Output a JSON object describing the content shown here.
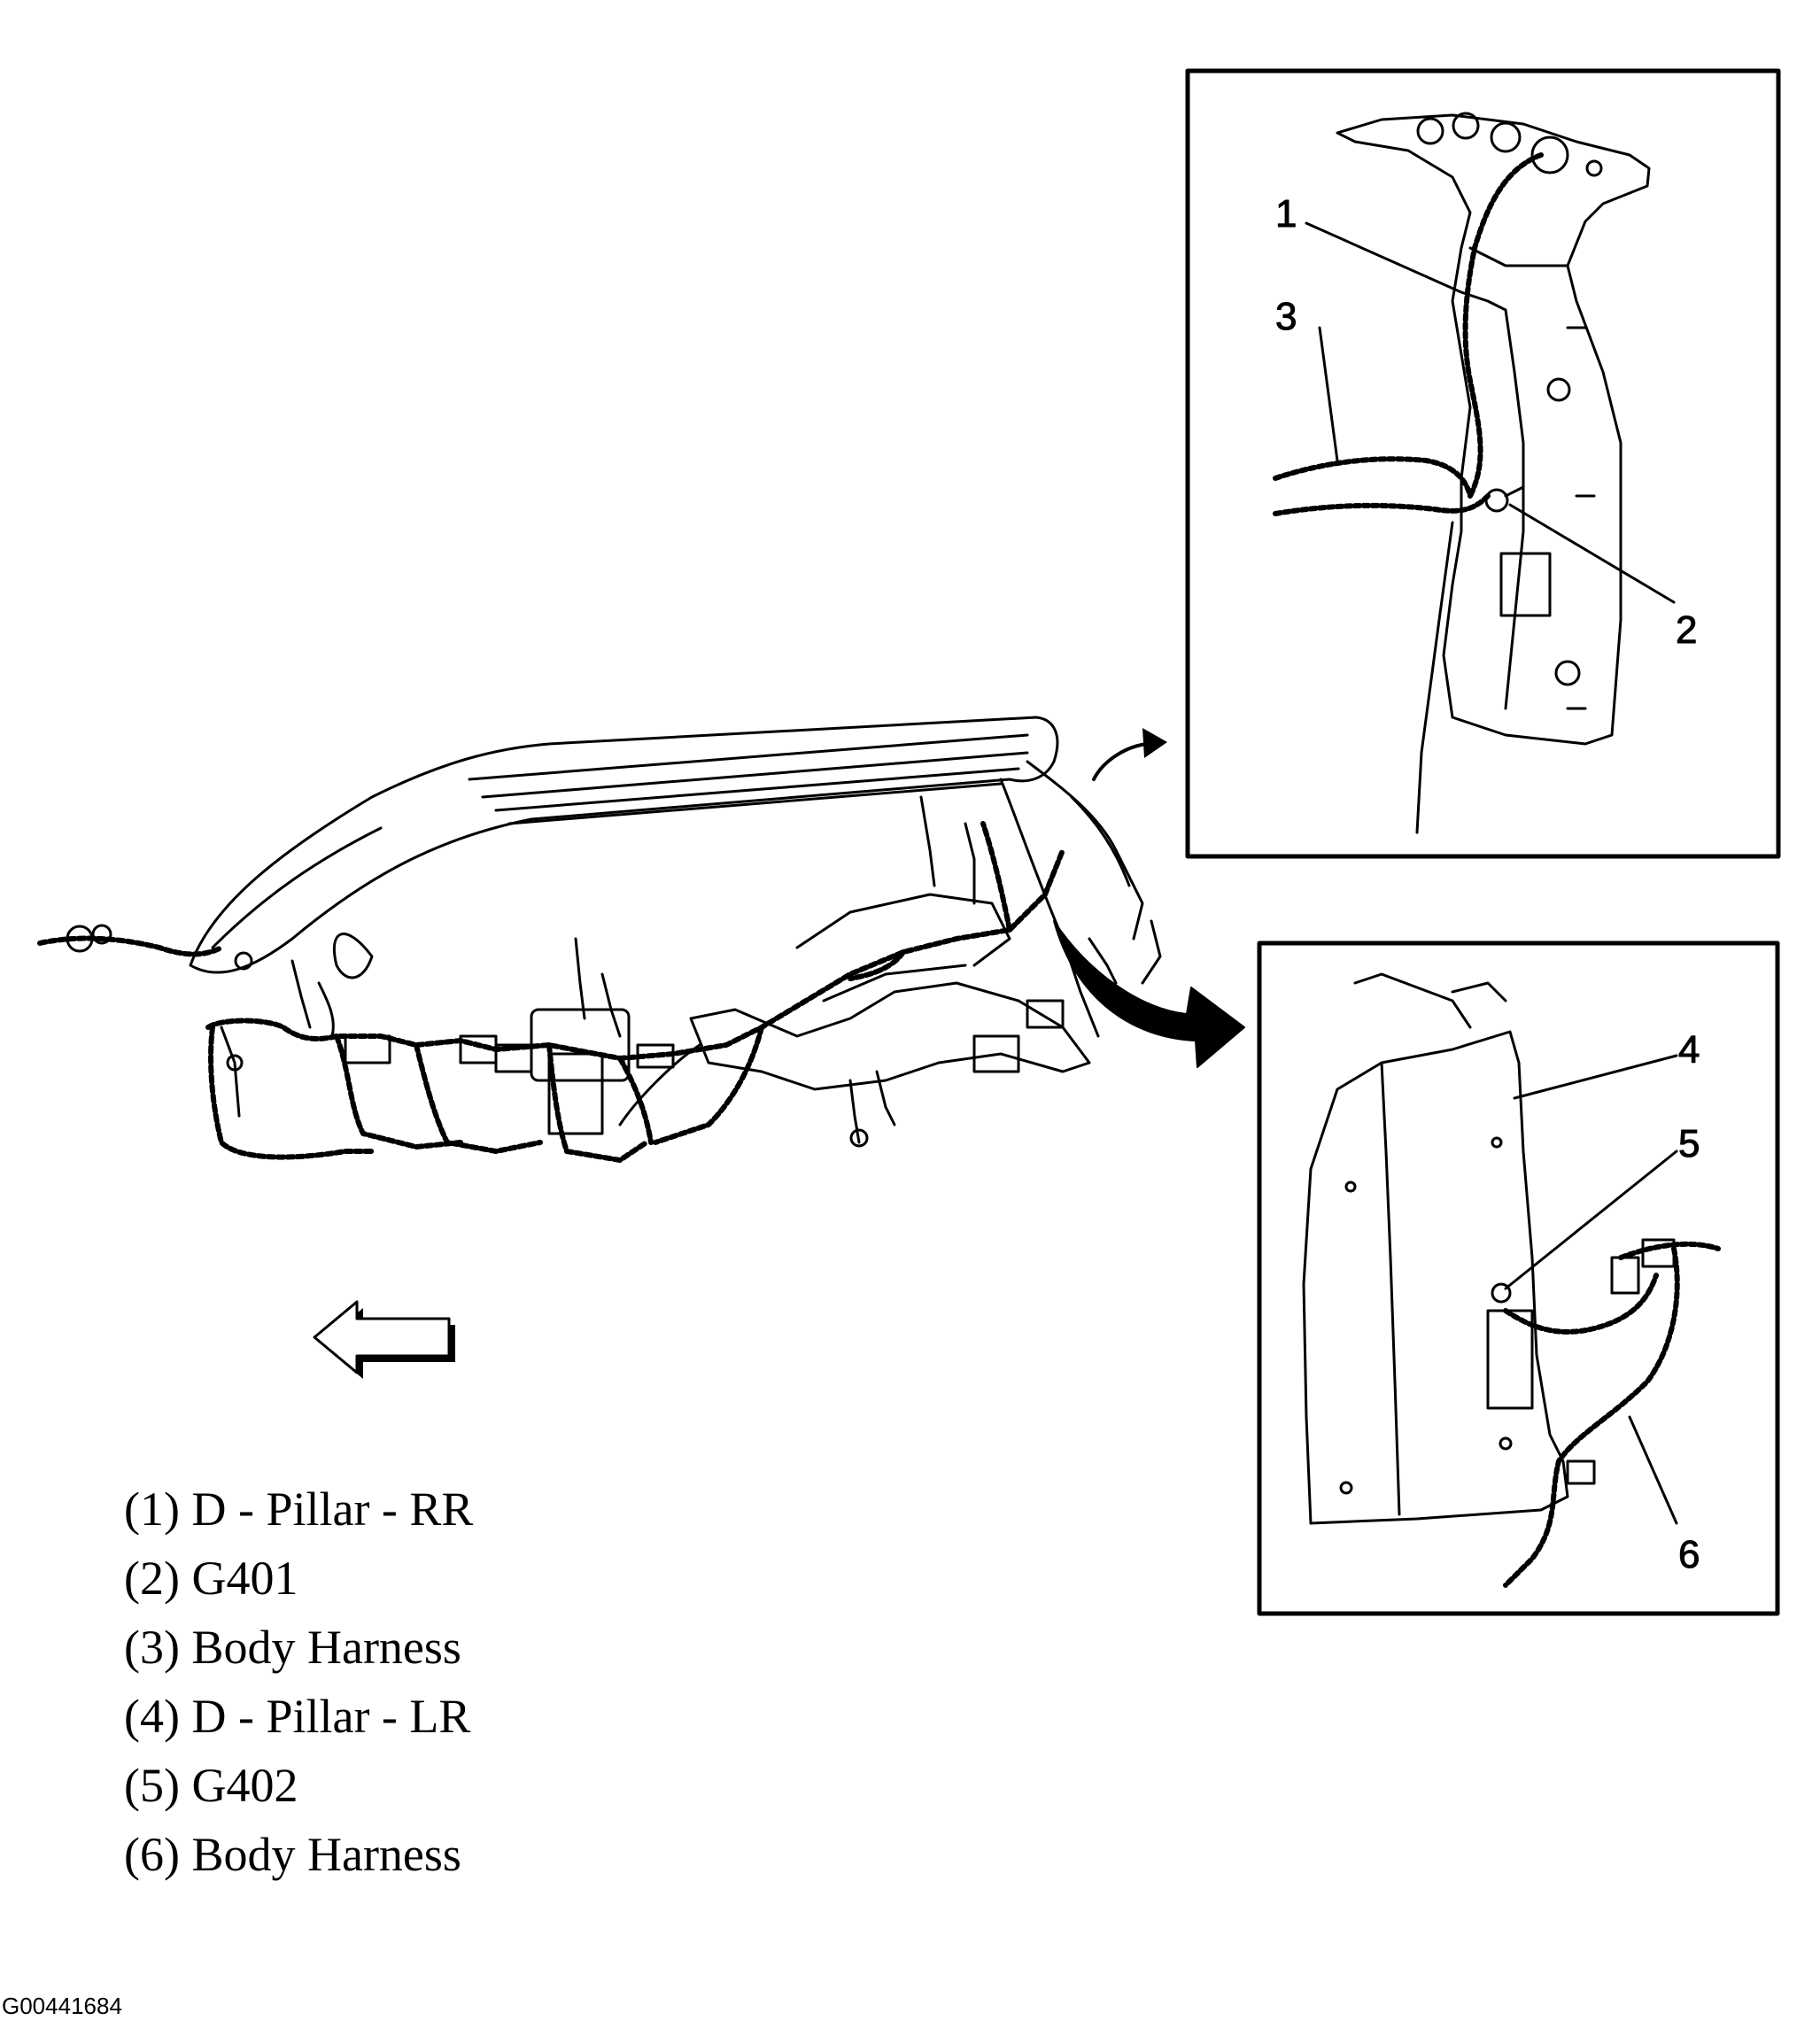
{
  "callouts": [
    "1",
    "2",
    "3",
    "4",
    "5",
    "6"
  ],
  "legend": [
    "(1) D - Pillar - RR",
    "(2) G401",
    "(3) Body Harness",
    "(4) D - Pillar - LR",
    "(5) G402",
    "(6) Body Harness"
  ],
  "figure_id": "G00441684",
  "icons": [
    "direction-arrow-left-icon",
    "detail-pointer-arrow-icon"
  ]
}
